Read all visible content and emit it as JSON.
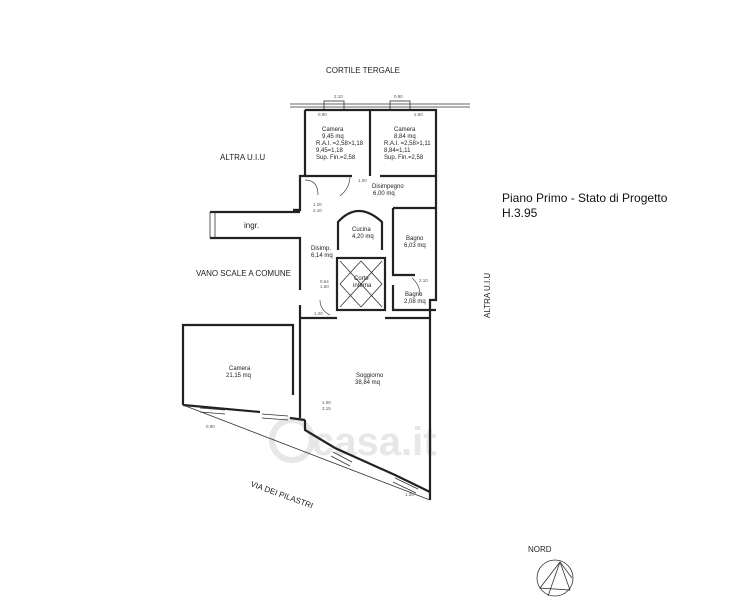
{
  "title": {
    "line1": "Piano Primo - Stato di Progetto",
    "line2": "H.3.95"
  },
  "labels": {
    "cortile_tergale": "CORTILE TERGALE",
    "altra_uiu_left": "ALTRA U.I.U",
    "altra_uiu_right": "ALTRA U.I.U",
    "ingr": "ingr.",
    "vano_scale": "VANO SCALE A COMUNE",
    "via": "VIA DEI PILASTRI",
    "nord": "NORD",
    "watermark": "casa.it"
  },
  "rooms": {
    "camera1": {
      "name": "Camera",
      "area": "9,45 mq",
      "l1": "R.A.I. =2,58>1,18",
      "l2": "9,45=1,18",
      "l3": "Sup. Fin.=2,58"
    },
    "camera2": {
      "name": "Camera",
      "area": "8,84 mq",
      "l1": "R.A.I. =2,58>1,11",
      "l2": "8,84=1,11",
      "l3": "Sup. Fin.=2,58"
    },
    "disimpegno": {
      "name": "Disimpegno",
      "area": "6,00 mq"
    },
    "cucina": {
      "name": "Cucina",
      "area": "4,20 mq"
    },
    "bagno": {
      "name": "Bagno",
      "area": "6,03 mq"
    },
    "disimp": {
      "name": "Disimp.",
      "area": "6,14 mq"
    },
    "corte": {
      "name": "Corte",
      "area": "interna"
    },
    "bagno2": {
      "name": "Bagno",
      "area": "2,08 mq"
    },
    "camera3": {
      "name": "Camera",
      "area": "21,15 mq"
    },
    "soggiorno": {
      "name": "Soggiorno",
      "area": "38,84 mq"
    }
  },
  "dims": {
    "d1": "0.80",
    "d2": "2.10",
    "d3": "0.90",
    "d4": "2.60",
    "d5": "1.00",
    "d6": "1.20",
    "d7": "2.10",
    "d8": "0.64",
    "d9": "1.50",
    "d10": "1.00",
    "d11": "2.15",
    "d12": "1.20",
    "d13": "2.10",
    "d14": "0.80",
    "d15": "1.20"
  }
}
